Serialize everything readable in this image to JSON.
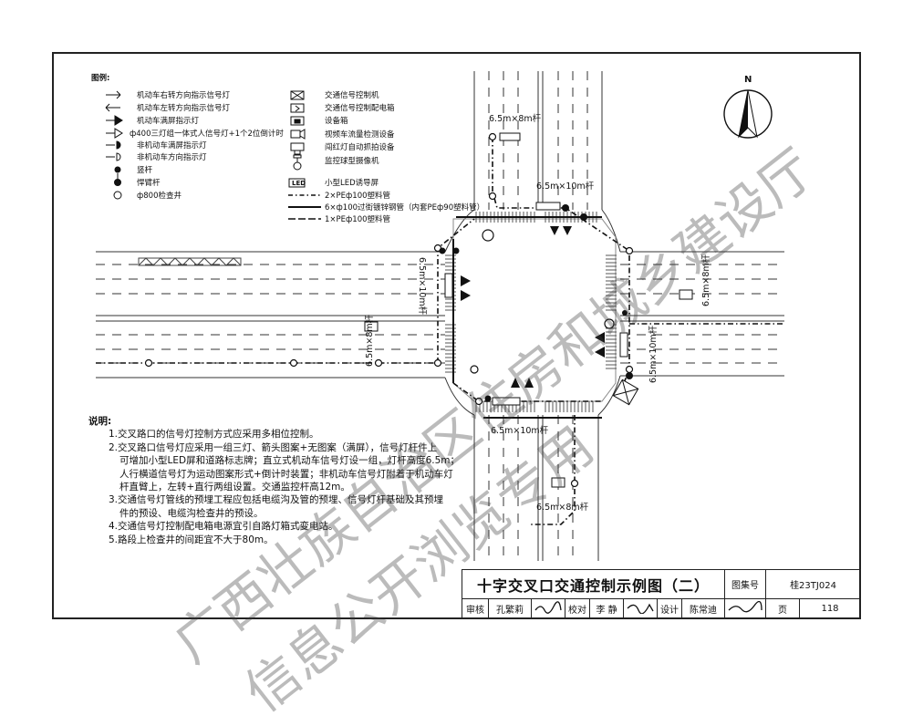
{
  "legend": {
    "title": "图例:",
    "left_items": [
      "机动车右转方向指示信号灯",
      "机动车左转方向指示信号灯",
      "机动车满屏指示灯",
      "ф400三灯组一体式人信号灯+1个2位倒计时",
      "非机动车满屏指示灯",
      "非机动车方向指示灯",
      "竖杆",
      "悍臂杆",
      "ф800检查井"
    ],
    "right_items": [
      "交通信号控制机",
      "交通信号控制配电箱",
      "设备箱",
      "视频车流量检测设备",
      "闯红灯自动抓拍设备",
      "监控球型摄像机",
      "小型LED诱导屏",
      "2×PEф100塑料管",
      "6×ф100过街镀锌钢管（内套PEф90塑料管）",
      "1×PEф100塑料管"
    ],
    "led_symbol": "LED"
  },
  "pole_labels": {
    "north_top": "6.5m×8m杆",
    "north_main": "6.5m×10m杆",
    "west_main": "6.5m×10m杆",
    "west_small": "6.5m×8m杆",
    "east_main": "6.5m×10m杆",
    "east_small": "6.5m×8m杆",
    "south_main": "6.5m×10m杆",
    "south_bottom": "6.5m×8m杆"
  },
  "north_arrow": "N",
  "notes": {
    "title": "说明:",
    "items": [
      "1.交叉路口的信号灯控制方式应采用多相位控制。",
      "2.交叉路口信号灯应采用一组三灯、箭头图案+无图案（满屏），信号灯杆件上",
      "可增加小型LED屏和道路标志牌；直立式机动车信号灯设一组，灯杆高度6.5m；",
      "人行横道信号灯为运动图案形式+倒计时装置；非机动车信号灯附着于机动车灯",
      "杆直臂上，左转+直行两组设置。交通监控杆高12m。",
      "3.交通信号灯管线的预埋工程应包括电缆沟及管的预埋、信号灯杆基础及其预埋",
      "件的预设、电缆沟检查井的预设。",
      "4.交通信号灯控制配电箱电源宜引自路灯箱式变电站。",
      "5.路段上检查井的间距宜不大于80m。"
    ]
  },
  "title_block": {
    "title": "十字交叉口交通控制示例图（二）",
    "atlas_label": "图集号",
    "atlas_no": "桂23TJ024",
    "review_label": "审核",
    "reviewer": "孔繁莉",
    "check_label": "校对",
    "checker": "李 静",
    "design_label": "设计",
    "designer": "陈常迪",
    "page_label": "页",
    "page_no": "118"
  },
  "watermark": {
    "line1": "广西壮族自治区住房和城乡建设厅",
    "line2": "信息公开浏览专用"
  }
}
